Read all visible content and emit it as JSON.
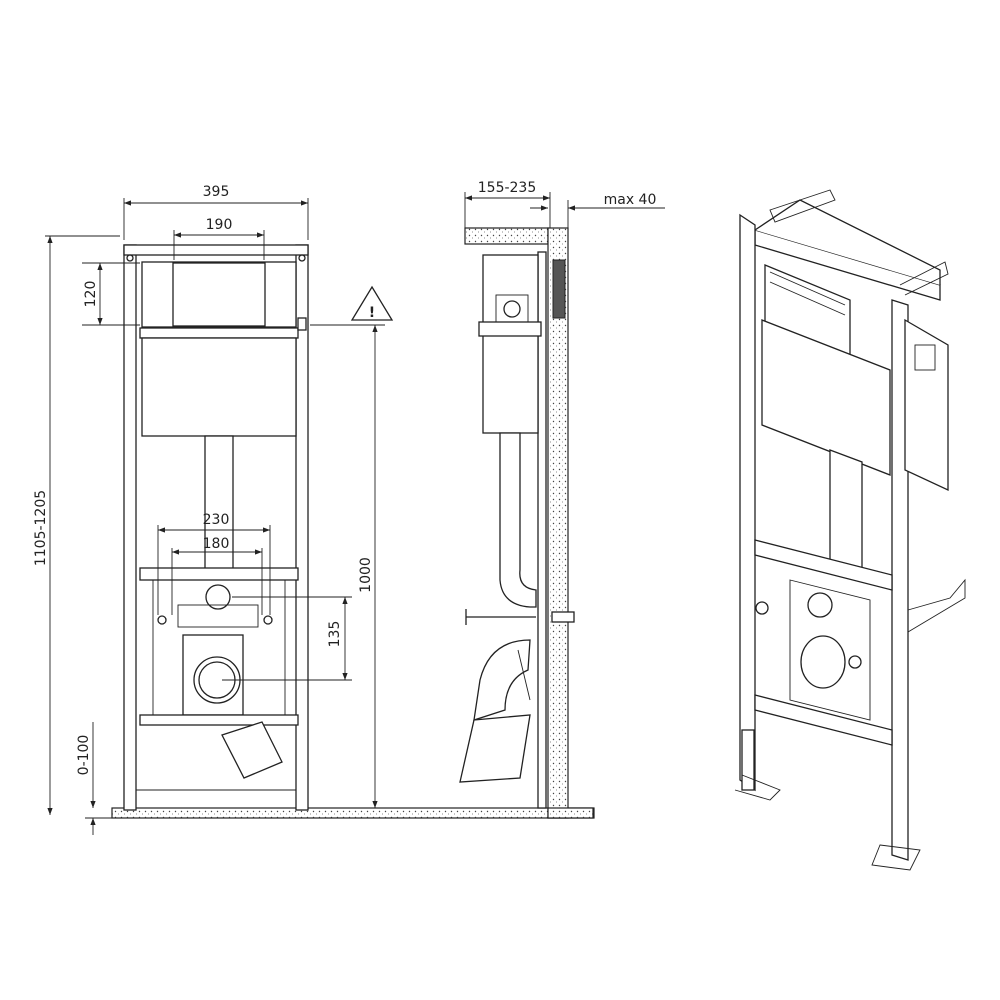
{
  "front_view": {
    "width_total": "395",
    "flush_plate_width": "190",
    "flush_plate_height": "120",
    "height_range": "1105-1205",
    "flush_height": "1000",
    "bolt_spacing_outer": "230",
    "bolt_spacing_inner": "180",
    "outlet_offset": "135",
    "leg_adjust": "0-100",
    "warning_icon": "warning-triangle-icon",
    "warning_symbol": "!"
  },
  "side_view": {
    "depth_range": "155-235",
    "wall_max": "max 40"
  },
  "colors": {
    "line": "#222222",
    "background": "#ffffff"
  }
}
